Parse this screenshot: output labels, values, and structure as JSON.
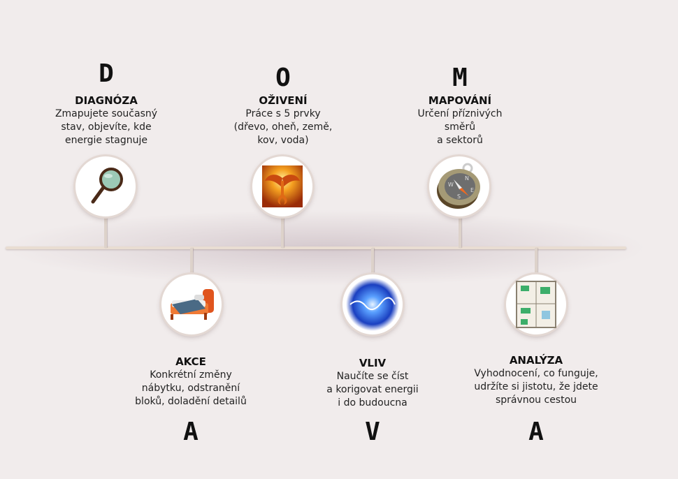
{
  "steps": [
    {
      "letter": "D",
      "title": "DIAGNÓZA",
      "desc": "Zmapujete současný\nstav, objevíte, kde\nenergie stagnuje",
      "icon": "magnifier-icon"
    },
    {
      "letter": "A",
      "title": "AKCE",
      "desc": "Konkrétní změny\nnábytku, odstranění\nbloků, doladění detailů",
      "icon": "bed-icon"
    },
    {
      "letter": "O",
      "title": "OŽIVENÍ",
      "desc": "Práce s 5 prvky\n(dřevo, oheň, země,\nkov, voda)",
      "icon": "phoenix-icon"
    },
    {
      "letter": "V",
      "title": "VLIV",
      "desc": "Naučíte se číst\na korigovat energii\ni do budoucna",
      "icon": "energy-orb-icon"
    },
    {
      "letter": "M",
      "title": "MAPOVÁNÍ",
      "desc": "Určení příznivých\nsměrů\na sektorů",
      "icon": "compass-icon"
    },
    {
      "letter": "A",
      "title": "ANALÝZA",
      "desc": "Vyhodnocení, co funguje,\nudržíte si jistotu, že jdete\nsprávnou cestou",
      "icon": "floor-plan-icon"
    }
  ],
  "compass_labels": {
    "n": "N",
    "e": "E",
    "s": "S",
    "w": "W"
  }
}
